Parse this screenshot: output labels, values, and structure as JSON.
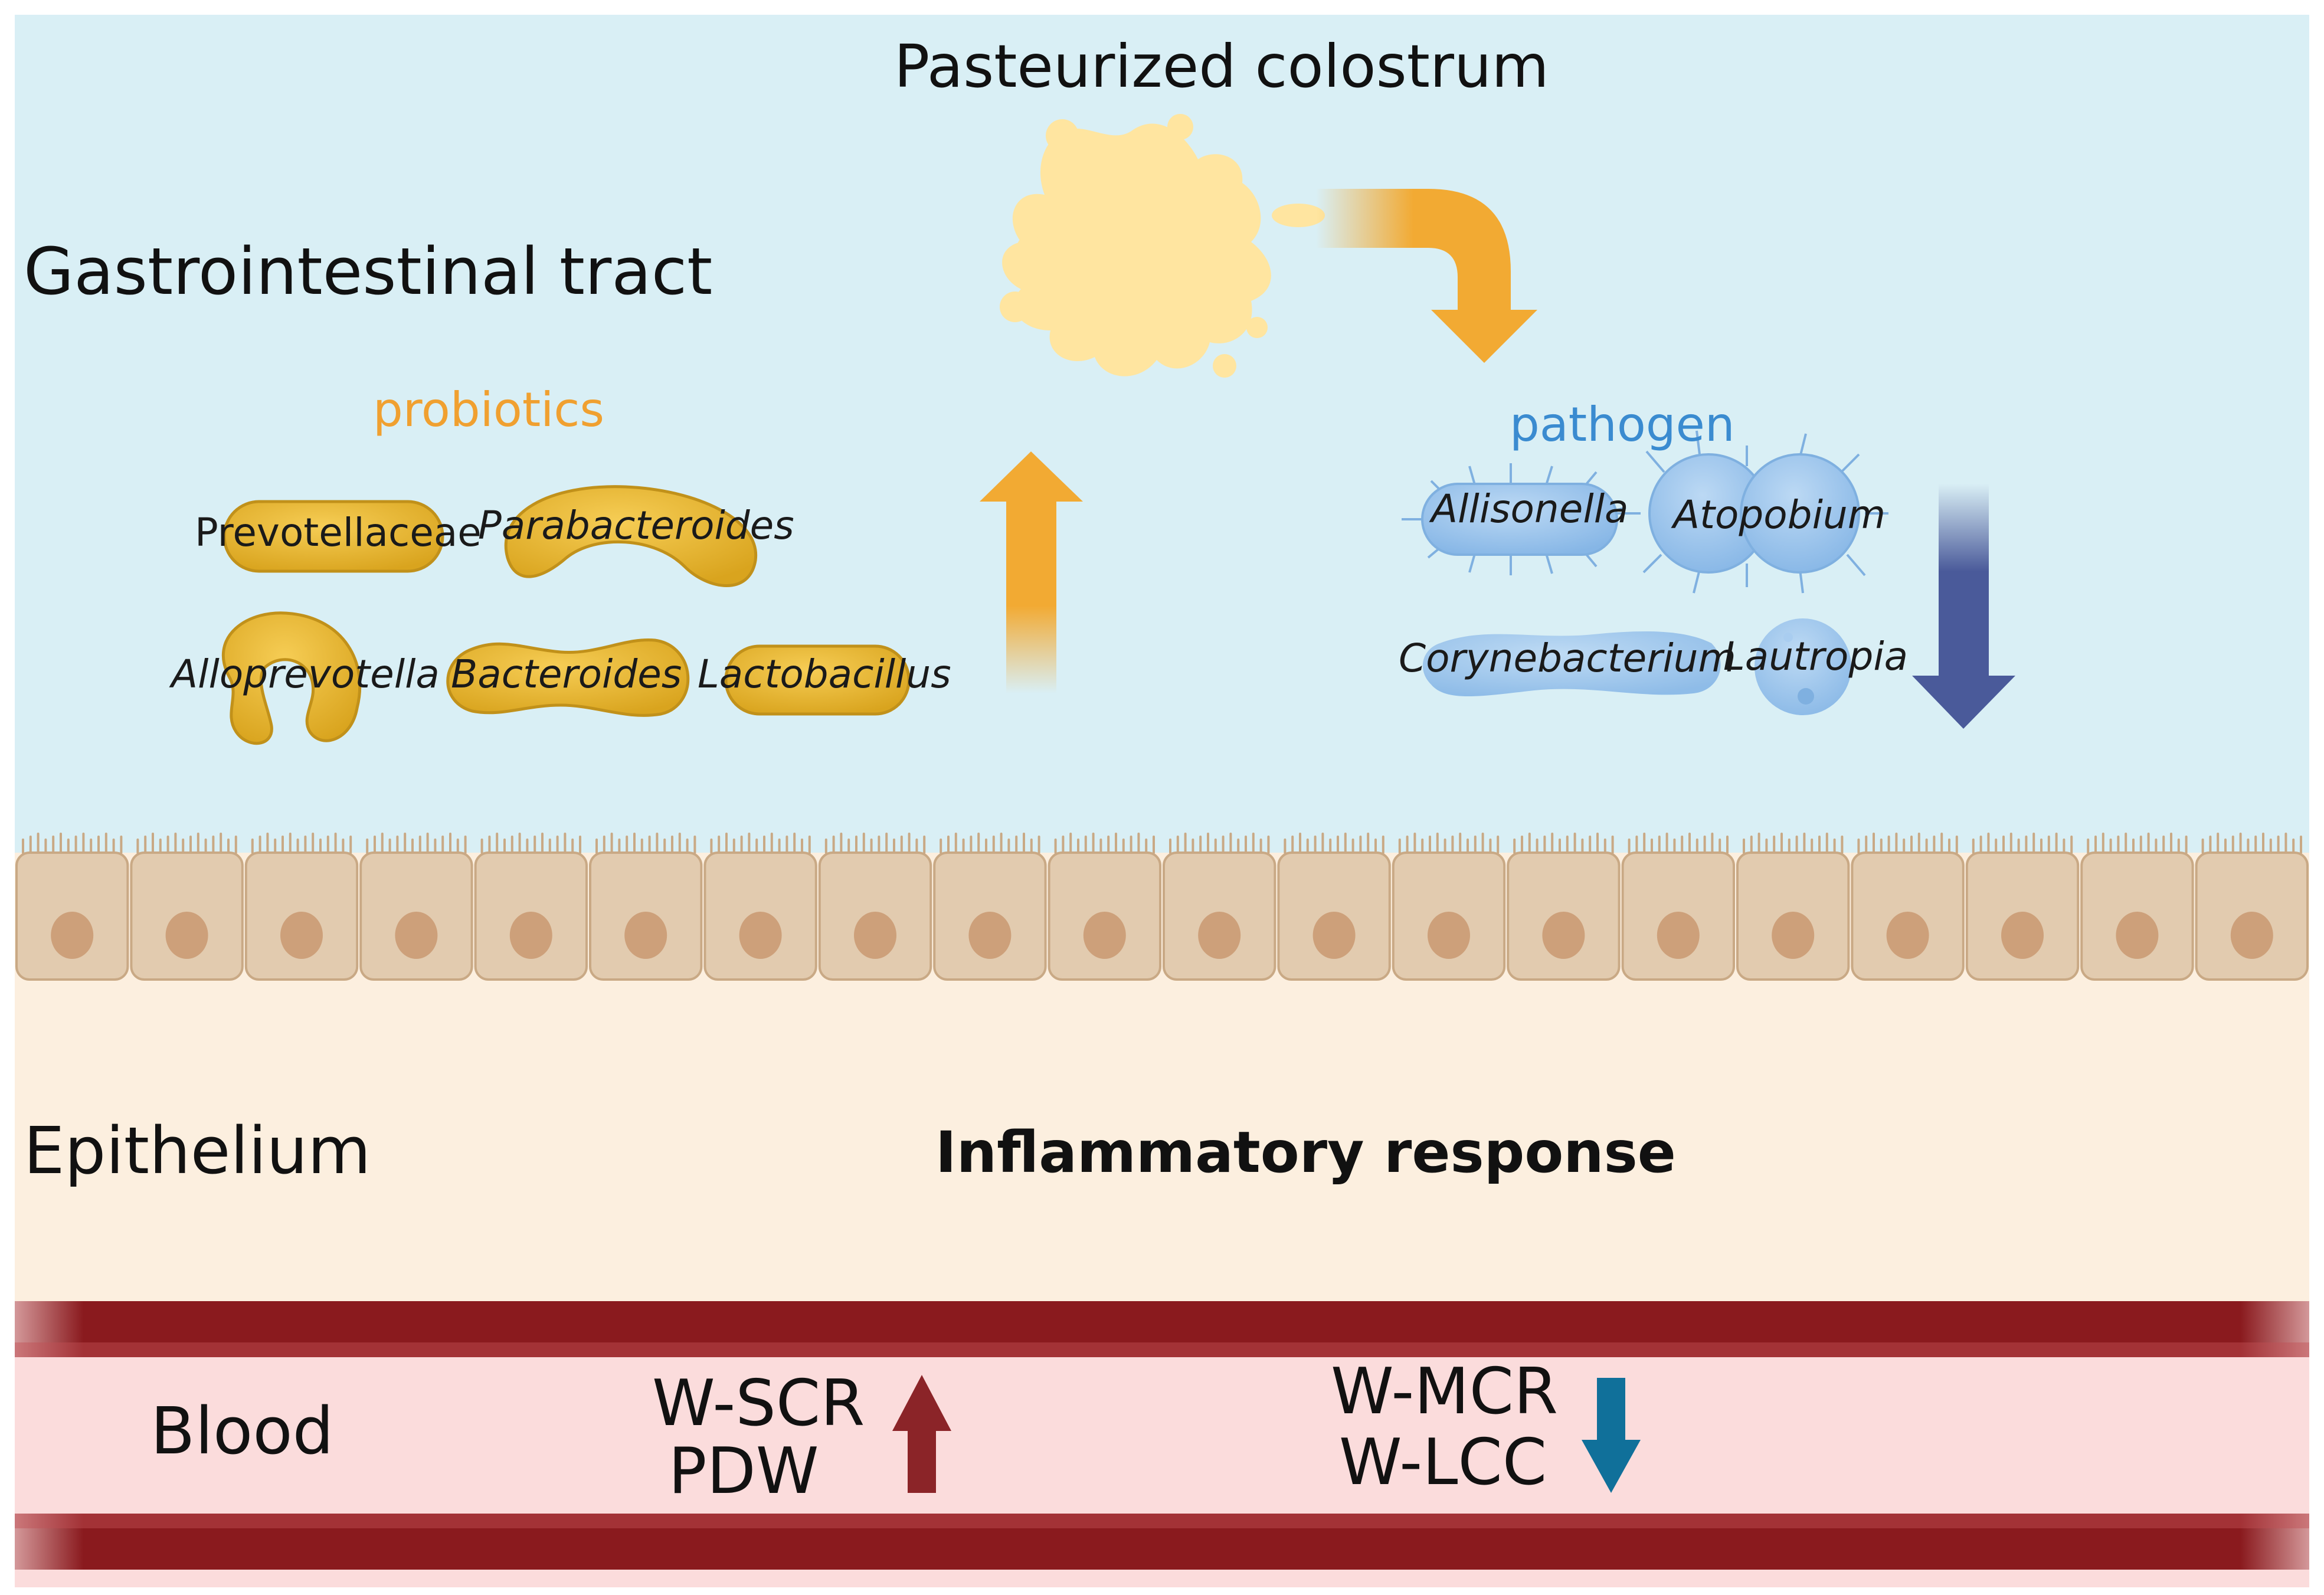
{
  "regions": {
    "gi_tract": "Gastrointestinal tract",
    "epithelium": "Epithelium",
    "blood": "Blood"
  },
  "intervention": "Pasteurized colostrum",
  "probiotics": {
    "label": "probiotics",
    "color": "#F0A030",
    "taxa": [
      "Prevotellaceae",
      "Parabacteroides",
      "Alloprevotella",
      "Bacteroides",
      "Lactobacillus"
    ],
    "trend": "up"
  },
  "pathogen": {
    "label": "pathogen",
    "color": "#3A8BD0",
    "taxa": [
      "Allisonella",
      "Atopobium",
      "Corynebacterium",
      "Lautropia"
    ],
    "trend": "down"
  },
  "response": "Inflammatory response",
  "blood_markers": {
    "increased": [
      "W-SCR",
      "PDW"
    ],
    "decreased": [
      "W-MCR",
      "W-LCC"
    ],
    "up_color": "#8B2428",
    "down_color": "#10709A"
  },
  "colors": {
    "lumen_bg": "#D9EFF5",
    "epithelium_bg": "#FCEFDF",
    "cell_fill": "#E2CBAF",
    "cell_nucleus": "#CDA07A",
    "vessel_wall": "#8A1A1E",
    "blood_bg": "#FBDCDC",
    "splash": "#FFE5A0",
    "curved_arrow": "#F2AA33",
    "down_arrow": "#4A5A9A",
    "bacteria_probiotic": "#E6B733",
    "bacteria_pathogen": "#9DC6EC"
  }
}
